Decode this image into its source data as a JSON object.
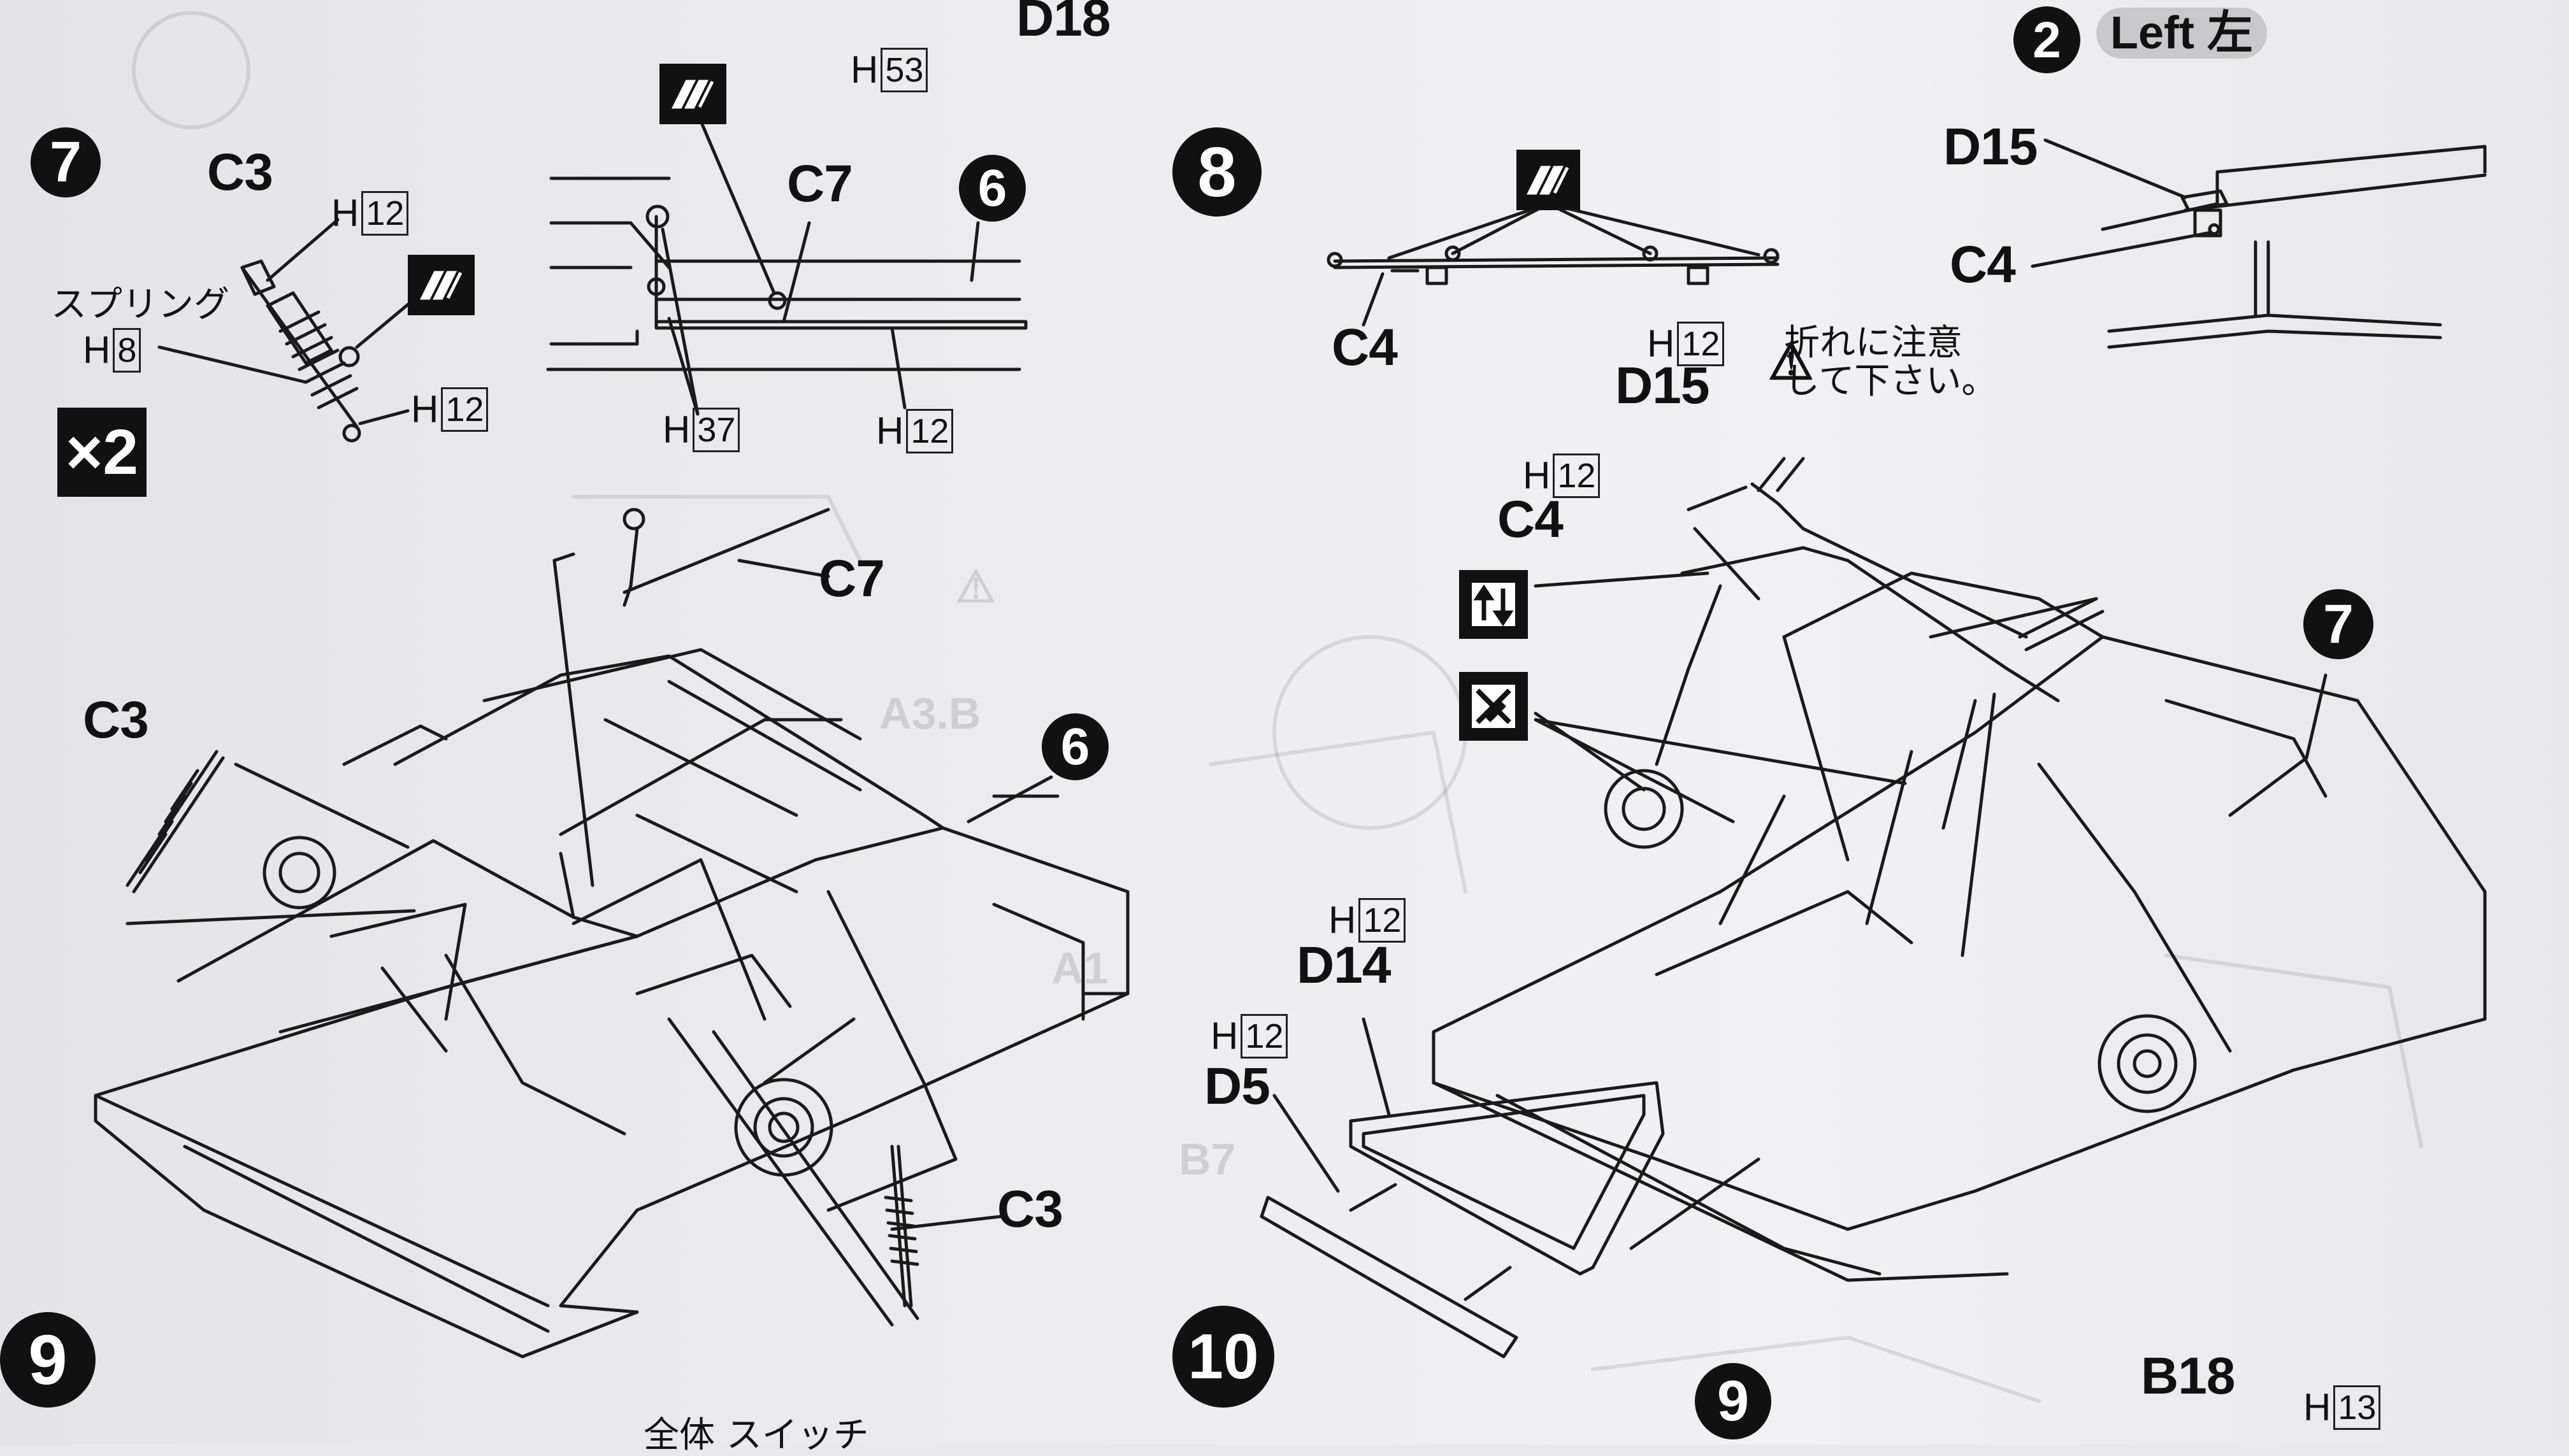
{
  "steps": {
    "s7": "7",
    "s8": "8",
    "s6a": "6",
    "s6b": "6",
    "s7b": "7",
    "s9a": "9",
    "s9b": "9",
    "s10": "10",
    "s2": "2"
  },
  "left_label": "Left 左",
  "parts": {
    "d18": "D18",
    "c3_top": "C3",
    "c7_top": "C7",
    "c3_left": "C3",
    "c7_mid": "C7",
    "c3_bottom": "C3",
    "d15_top": "D15",
    "c4_top": "C4",
    "c4_rod": "C4",
    "d15_mid": "D15",
    "c4_mid": "C4",
    "d14": "D14",
    "d5": "D5",
    "b18": "B18"
  },
  "hardware": {
    "h53": "53",
    "h12_a": "12",
    "h8": "8",
    "h12_b": "12",
    "h37": "37",
    "h12_c": "12",
    "h12_d": "12",
    "h12_e": "12",
    "h12_f": "12",
    "h12_g": "12",
    "h13": "13"
  },
  "h_prefix": "H",
  "spring_label": "スプリング",
  "quantity": "×2",
  "caution_text": [
    "折れに注意",
    "して下さい。"
  ],
  "bottom_text": "全体 スイッチ"
}
